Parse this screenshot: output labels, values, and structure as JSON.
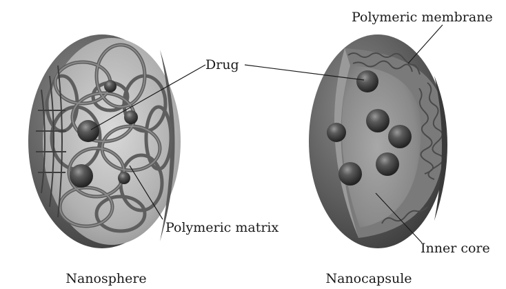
{
  "labels": {
    "drug": "Drug",
    "polymeric_membrane": "Polymeric membrane",
    "polymeric_matrix": "Polymeric matrix",
    "inner_core": "Inner core"
  },
  "titles": {
    "nanosphere": "Nanosphere",
    "nanocapsule": "Nanocapsule"
  },
  "colors": {
    "shell_dark": "#4a4a4a",
    "shell_mid": "#6e6e6e",
    "interior_light": "#bdbdbd",
    "drug_sphere": "#3a3a3a",
    "text": "#1a1a1a"
  }
}
